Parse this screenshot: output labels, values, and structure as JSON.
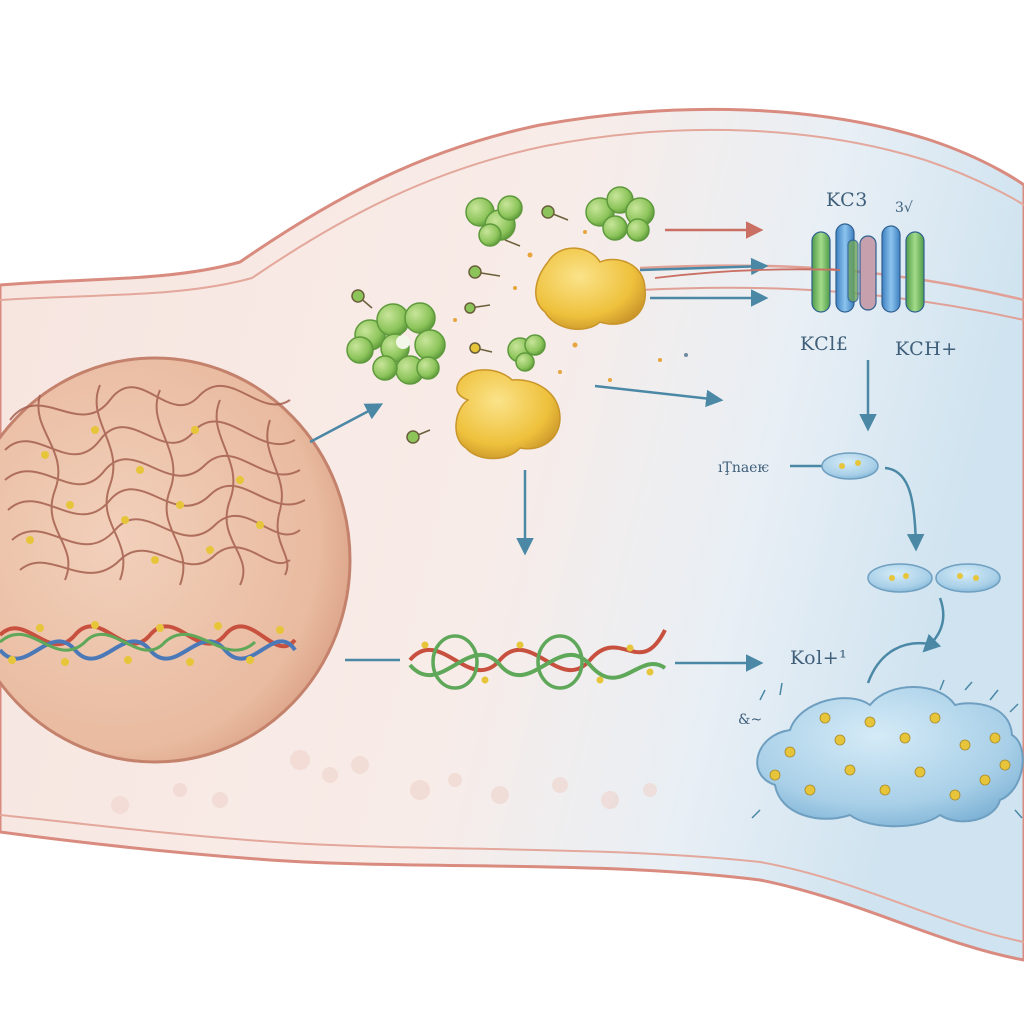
{
  "labels": {
    "channel_top": "KC3",
    "channel_top_mark": "3√",
    "channel_left": "KCl£",
    "channel_right": "KCH+",
    "side_note": "ıŢnaeѥ",
    "nucleus_out_label": "Kol+¹",
    "cloud_mark": "&~"
  },
  "colors": {
    "cell_border": "#d98b7f",
    "cytoplasm": "#f6e7e2",
    "cytoplasm_blue": "#d6e7f1",
    "nucleus": "#ecc2a8",
    "nucleus_border": "#c4826c",
    "arrow": "#4a88a6",
    "arrow_red": "#c96f63",
    "green_protein": "#8cc45a",
    "gold_protein": "#efc33e",
    "channel_blue": "#5f9fd6",
    "channel_green": "#7bc465",
    "cloud": "#a9d0e8",
    "dna_red": "#c8503f",
    "dna_green": "#5fa85a",
    "dna_blue": "#4b79b8",
    "dna_yellow": "#e7c53b"
  },
  "icons": [
    "chromatin-icon",
    "dna-helix-icon",
    "green-protein-cluster-icon",
    "gold-protein-icon",
    "ion-channel-icon",
    "vesicle-icon",
    "condensate-cloud-icon",
    "arrow-icon"
  ]
}
